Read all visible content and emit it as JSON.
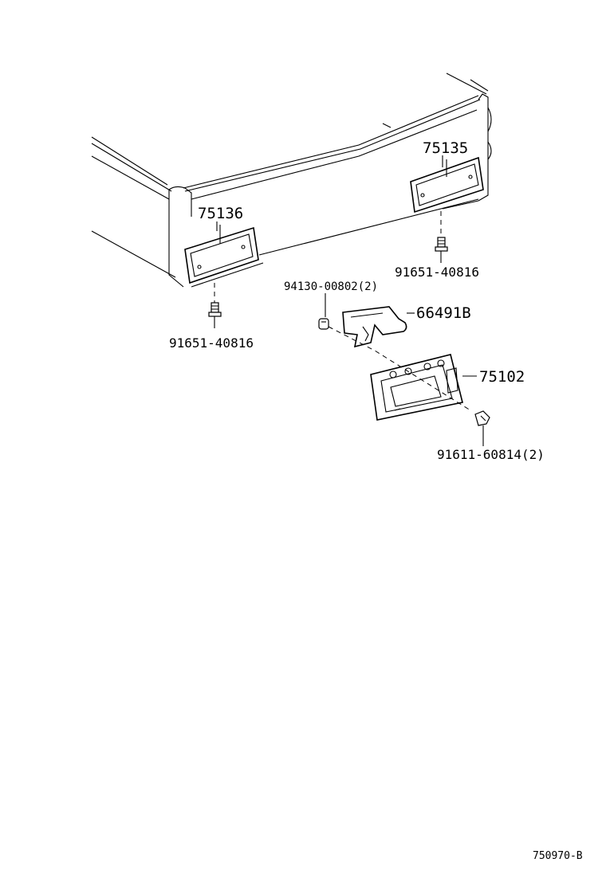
{
  "labels": {
    "part_75135": "75135",
    "part_75136": "75136",
    "part_91651_right": "91651-40816",
    "part_91651_left": "91651-40816",
    "part_94130": "94130-00802(2)",
    "part_66491B": "66491B",
    "part_75102": "75102",
    "part_91611": "91611-60814(2)",
    "diagram_ref": "750970-B"
  },
  "colors": {
    "line": "#000000",
    "background": "#ffffff"
  }
}
